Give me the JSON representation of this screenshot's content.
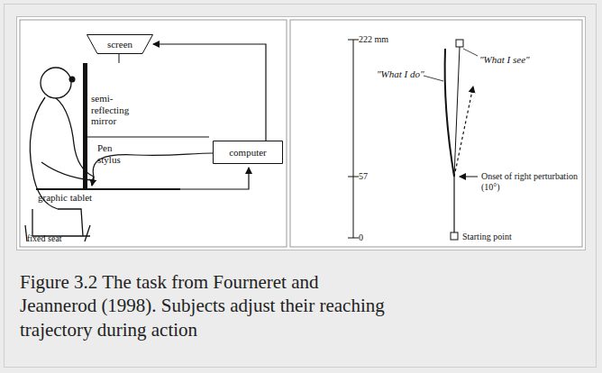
{
  "diagram": {
    "caption": "Figure 3.2 The task from Fourneret and Jeannerod (1998). Subjects adjust their reaching trajectory during action",
    "nodes": [
      {
        "text": [
          "screen"
        ]
      },
      {
        "text": [
          "computer"
        ]
      }
    ],
    "edges": [
      {
        "from": 1,
        "to": 0,
        "arrow": "to"
      }
    ],
    "labels": [
      "semi-reflecting mirror",
      "Pen stylus",
      "graphic tablet",
      "fixed seat",
      "222 mm",
      "57",
      "0",
      "\"What I do\"",
      "\"What I see\"",
      "Onset of right perturbation (10°)",
      "Starting point"
    ]
  }
}
